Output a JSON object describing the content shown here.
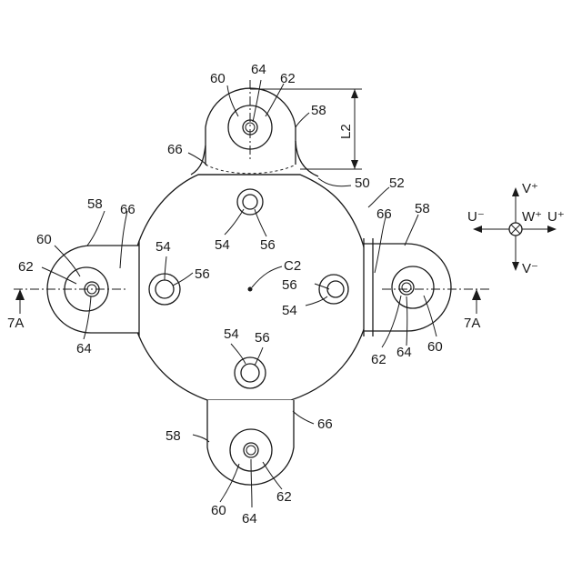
{
  "labels": {
    "n60": "60",
    "n62": "62",
    "n64": "64",
    "n58": "58",
    "n66": "66",
    "n54": "54",
    "n56": "56",
    "n50": "50",
    "n52": "52",
    "c2": "C2",
    "l2": "L2",
    "section": "7A",
    "u_minus": "U⁻",
    "u_plus": "U⁺",
    "v_plus": "V⁺",
    "v_minus": "V⁻",
    "w_plus": "W⁺"
  }
}
